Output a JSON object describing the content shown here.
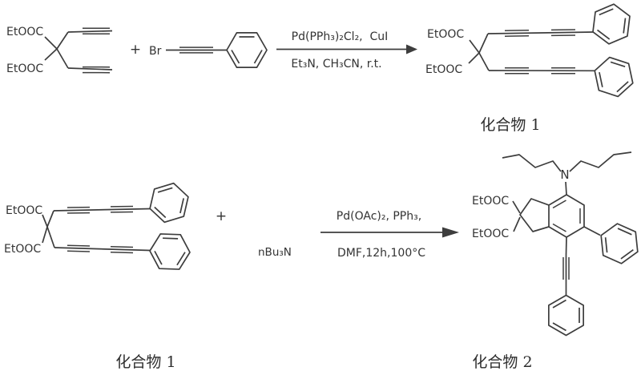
{
  "colors": {
    "background": "#ffffff",
    "line": "#3d3d3d",
    "text": "#333333"
  },
  "scheme": {
    "reaction1": {
      "diyne_reactant": {
        "ester_top": "EtOOC",
        "ester_bottom": "EtOOC"
      },
      "plus_sign": "+",
      "bromoalkyne": {
        "br_label": "Br"
      },
      "arrow": {
        "above": "Pd(PPh₃)₂Cl₂,  CuI",
        "below": "Et₃N, CH₃CN, r.t."
      },
      "product": {
        "ester_top": "EtOOC",
        "ester_bottom": "EtOOC",
        "caption": "化合物 1"
      }
    },
    "reaction2": {
      "reactant": {
        "ester_top": "EtOOC",
        "ester_bottom": "EtOOC",
        "caption": "化合物 1"
      },
      "plus_sign": "+",
      "amine_reagent": "nBu₃N",
      "arrow": {
        "above": "Pd(OAc)₂, PPh₃,",
        "below": "DMF,12h,100°C"
      },
      "product": {
        "ester_top": "EtOOC",
        "ester_bottom": "EtOOC",
        "amine_n": "N",
        "caption": "化合物 2"
      }
    }
  }
}
